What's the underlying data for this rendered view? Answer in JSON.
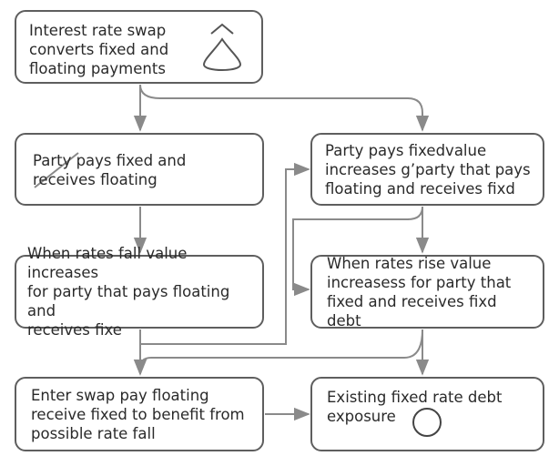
{
  "nodes": {
    "swap_converts": "Interest rate swap\nconverts fixed and\nfloating payments",
    "pays_fixed_left": "Party pays fixed and\nreceives floating",
    "rates_fall": "When rates fall value increases\nfor party that pays floating and\nreceives fixe",
    "pays_fixed_right": "Party pays fixedvalue\nincreases g’party that pays\nfloating and receives fixd",
    "rates_rise": "When rates rise value\nincreasess for party that\nfixed and receives fixd debt",
    "enter_swap": "Enter swap pay floating\nreceive fixed to benefit from\npossible rate fall",
    "existing_debt": "Existing fixed rate debt\nexposure"
  },
  "icons": {
    "swap_converts": "cone-shape-icon",
    "pays_fixed_left": "diagonal-stroke-icon",
    "existing_debt": "circle-icon"
  },
  "colors": {
    "border": "#5e5e5e",
    "arrow": "#8a8a8a",
    "text": "#2a2a2a",
    "background": "#ffffff"
  }
}
